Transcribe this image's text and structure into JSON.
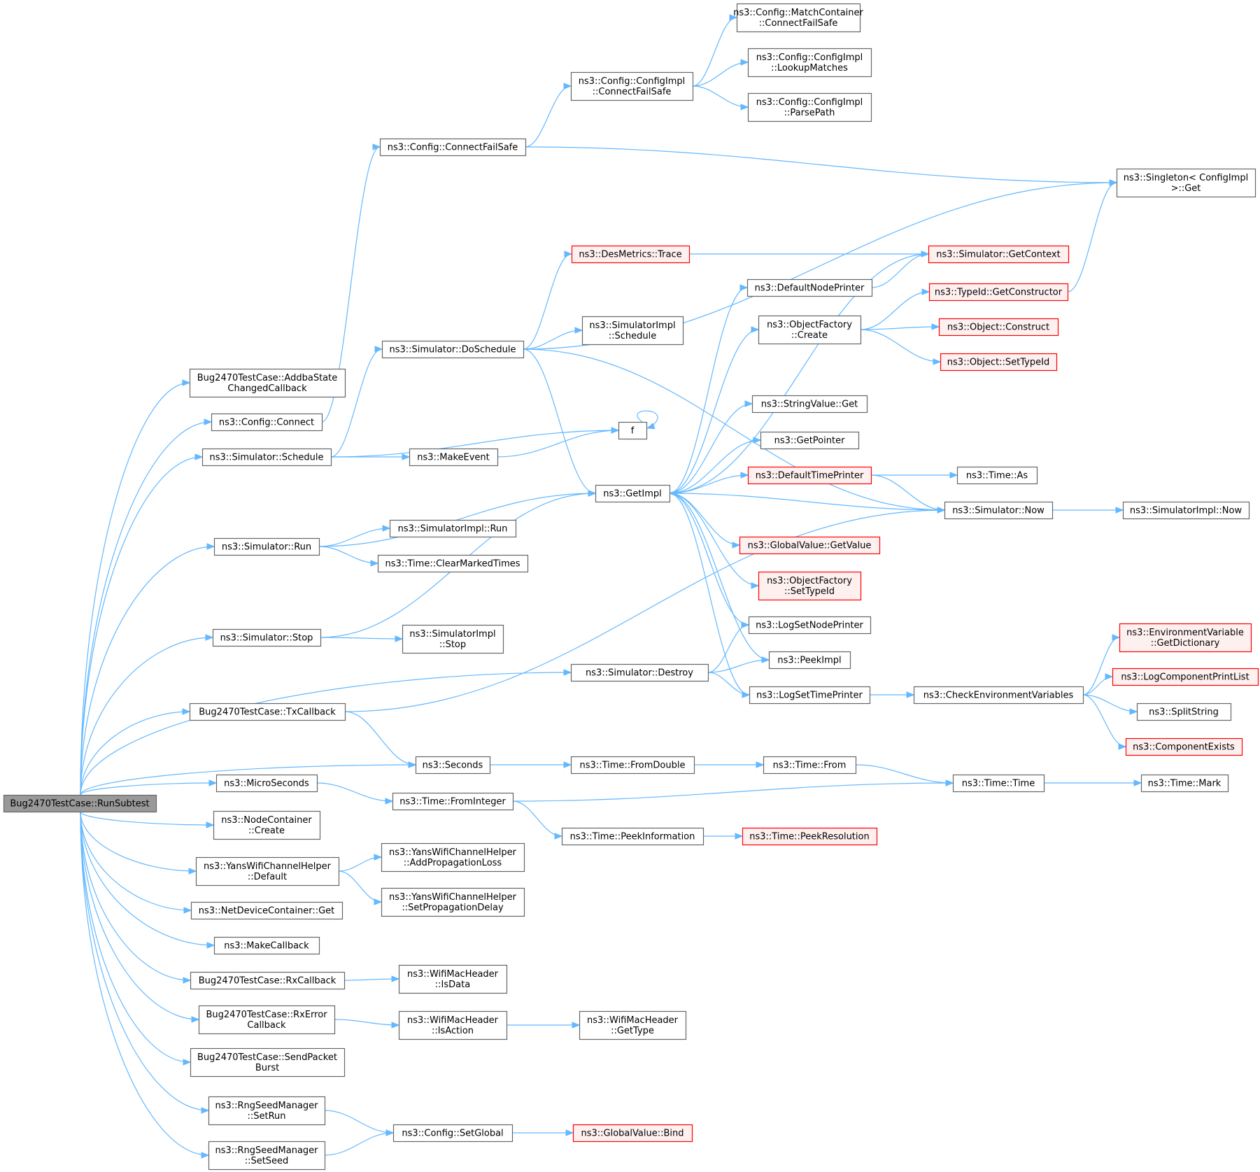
{
  "colors": {
    "edge": "#63b8ff",
    "node_border": "#666666",
    "node_red_border": "#ff0000",
    "root_fill": "#999999"
  },
  "nodes": [
    {
      "id": "root",
      "lines": [
        "Bug2470TestCase::RunSubtest"
      ],
      "style": "root"
    },
    {
      "id": "addba",
      "lines": [
        "Bug2470TestCase::AddbaState",
        "ChangedCallback"
      ]
    },
    {
      "id": "cfgConnect",
      "lines": [
        "ns3::Config::Connect"
      ]
    },
    {
      "id": "simSchedule",
      "lines": [
        "ns3::Simulator::Schedule"
      ]
    },
    {
      "id": "simRun",
      "lines": [
        "ns3::Simulator::Run"
      ]
    },
    {
      "id": "simStop",
      "lines": [
        "ns3::Simulator::Stop"
      ]
    },
    {
      "id": "txcb",
      "lines": [
        "Bug2470TestCase::TxCallback"
      ]
    },
    {
      "id": "micro",
      "lines": [
        "ns3::MicroSeconds"
      ]
    },
    {
      "id": "nodeCreate",
      "lines": [
        "ns3::NodeContainer",
        "::Create"
      ]
    },
    {
      "id": "yansDefault",
      "lines": [
        "ns3::YansWifiChannelHelper",
        "::Default"
      ]
    },
    {
      "id": "ndcGet",
      "lines": [
        "ns3::NetDeviceContainer::Get"
      ]
    },
    {
      "id": "makeCb",
      "lines": [
        "ns3::MakeCallback"
      ]
    },
    {
      "id": "rxcb",
      "lines": [
        "Bug2470TestCase::RxCallback"
      ]
    },
    {
      "id": "rxerr",
      "lines": [
        "Bug2470TestCase::RxError",
        "Callback"
      ]
    },
    {
      "id": "sendBurst",
      "lines": [
        "Bug2470TestCase::SendPacket",
        "Burst"
      ]
    },
    {
      "id": "rngRun",
      "lines": [
        "ns3::RngSeedManager",
        "::SetRun"
      ]
    },
    {
      "id": "rngSeed",
      "lines": [
        "ns3::RngSeedManager",
        "::SetSeed"
      ]
    },
    {
      "id": "cfgConnectFS",
      "lines": [
        "ns3::Config::ConnectFailSafe"
      ]
    },
    {
      "id": "simDoSchedule",
      "lines": [
        "ns3::Simulator::DoSchedule"
      ]
    },
    {
      "id": "makeEvent",
      "lines": [
        "ns3::MakeEvent"
      ]
    },
    {
      "id": "simImplRun",
      "lines": [
        "ns3::SimulatorImpl::Run"
      ]
    },
    {
      "id": "clearMarked",
      "lines": [
        "ns3::Time::ClearMarkedTimes"
      ]
    },
    {
      "id": "simImplStop",
      "lines": [
        "ns3::SimulatorImpl",
        "::Stop"
      ]
    },
    {
      "id": "simDestroy",
      "lines": [
        "ns3::Simulator::Destroy"
      ]
    },
    {
      "id": "seconds",
      "lines": [
        "ns3::Seconds"
      ]
    },
    {
      "id": "fromInteger",
      "lines": [
        "ns3::Time::FromInteger"
      ]
    },
    {
      "id": "yansAddProp",
      "lines": [
        "ns3::YansWifiChannelHelper",
        "::AddPropagationLoss"
      ]
    },
    {
      "id": "yansSetDelay",
      "lines": [
        "ns3::YansWifiChannelHelper",
        "::SetPropagationDelay"
      ]
    },
    {
      "id": "wifiIsData",
      "lines": [
        "ns3::WifiMacHeader",
        "::IsData"
      ]
    },
    {
      "id": "wifiIsAction",
      "lines": [
        "ns3::WifiMacHeader",
        "::IsAction"
      ]
    },
    {
      "id": "cfgSetGlobal",
      "lines": [
        "ns3::Config::SetGlobal"
      ]
    },
    {
      "id": "cfgImplConnectFS",
      "lines": [
        "ns3::Config::ConfigImpl",
        "::ConnectFailSafe"
      ]
    },
    {
      "id": "desTrace",
      "lines": [
        "ns3::DesMetrics::Trace"
      ],
      "style": "red"
    },
    {
      "id": "simImplSchedule",
      "lines": [
        "ns3::SimulatorImpl",
        "::Schedule"
      ]
    },
    {
      "id": "f",
      "lines": [
        "f"
      ]
    },
    {
      "id": "getImpl",
      "lines": [
        "ns3::GetImpl"
      ]
    },
    {
      "id": "fromDouble",
      "lines": [
        "ns3::Time::FromDouble"
      ]
    },
    {
      "id": "peekInfo",
      "lines": [
        "ns3::Time::PeekInformation"
      ]
    },
    {
      "id": "wifiGetType",
      "lines": [
        "ns3::WifiMacHeader",
        "::GetType"
      ]
    },
    {
      "id": "gvBind",
      "lines": [
        "ns3::GlobalValue::Bind"
      ],
      "style": "red"
    },
    {
      "id": "matchContainer",
      "lines": [
        "ns3::Config::MatchContainer",
        "::ConnectFailSafe"
      ]
    },
    {
      "id": "lookupMatches",
      "lines": [
        "ns3::Config::ConfigImpl",
        "::LookupMatches"
      ]
    },
    {
      "id": "parsePath",
      "lines": [
        "ns3::Config::ConfigImpl",
        "::ParsePath"
      ]
    },
    {
      "id": "defNodePrinter",
      "lines": [
        "ns3::DefaultNodePrinter"
      ]
    },
    {
      "id": "objFactCreate",
      "lines": [
        "ns3::ObjectFactory",
        "::Create"
      ]
    },
    {
      "id": "strValGet",
      "lines": [
        "ns3::StringValue::Get"
      ]
    },
    {
      "id": "getPointer",
      "lines": [
        "ns3::GetPointer"
      ]
    },
    {
      "id": "defTimePrinter",
      "lines": [
        "ns3::DefaultTimePrinter"
      ],
      "style": "red"
    },
    {
      "id": "gvGetValue",
      "lines": [
        "ns3::GlobalValue::GetValue"
      ],
      "style": "red"
    },
    {
      "id": "objFactSetTypeId",
      "lines": [
        "ns3::ObjectFactory",
        "::SetTypeId"
      ],
      "style": "red"
    },
    {
      "id": "logSetNodePrinter",
      "lines": [
        "ns3::LogSetNodePrinter"
      ]
    },
    {
      "id": "peekImpl",
      "lines": [
        "ns3::PeekImpl"
      ]
    },
    {
      "id": "logSetTimePrinter",
      "lines": [
        "ns3::LogSetTimePrinter"
      ]
    },
    {
      "id": "timeFrom",
      "lines": [
        "ns3::Time::From"
      ]
    },
    {
      "id": "peekRes",
      "lines": [
        "ns3::Time::PeekResolution"
      ],
      "style": "red"
    },
    {
      "id": "singletonGet",
      "lines": [
        "ns3::Singleton< ConfigImpl",
        ">::Get"
      ]
    },
    {
      "id": "simGetContext",
      "lines": [
        "ns3::Simulator::GetContext"
      ],
      "style": "red"
    },
    {
      "id": "typeIdGetCtor",
      "lines": [
        "ns3::TypeId::GetConstructor"
      ],
      "style": "red"
    },
    {
      "id": "objConstruct",
      "lines": [
        "ns3::Object::Construct"
      ],
      "style": "red"
    },
    {
      "id": "objSetTypeId",
      "lines": [
        "ns3::Object::SetTypeId"
      ],
      "style": "red"
    },
    {
      "id": "timeAs",
      "lines": [
        "ns3::Time::As"
      ]
    },
    {
      "id": "simNow",
      "lines": [
        "ns3::Simulator::Now"
      ]
    },
    {
      "id": "checkEnv",
      "lines": [
        "ns3::CheckEnvironmentVariables"
      ]
    },
    {
      "id": "timeTime",
      "lines": [
        "ns3::Time::Time"
      ]
    },
    {
      "id": "simImplNow",
      "lines": [
        "ns3::SimulatorImpl::Now"
      ]
    },
    {
      "id": "envGetDict",
      "lines": [
        "ns3::EnvironmentVariable",
        "::GetDictionary"
      ],
      "style": "red"
    },
    {
      "id": "logCompPrint",
      "lines": [
        "ns3::LogComponentPrintList"
      ],
      "style": "red"
    },
    {
      "id": "splitString",
      "lines": [
        "ns3::SplitString"
      ]
    },
    {
      "id": "compExists",
      "lines": [
        "ns3::ComponentExists"
      ],
      "style": "red"
    },
    {
      "id": "timeMark",
      "lines": [
        "ns3::Time::Mark"
      ]
    }
  ],
  "edges": [
    [
      "root",
      "addba"
    ],
    [
      "root",
      "cfgConnect"
    ],
    [
      "root",
      "simSchedule"
    ],
    [
      "root",
      "simRun"
    ],
    [
      "root",
      "simStop"
    ],
    [
      "root",
      "simDestroy"
    ],
    [
      "root",
      "txcb"
    ],
    [
      "root",
      "seconds"
    ],
    [
      "root",
      "micro"
    ],
    [
      "root",
      "nodeCreate"
    ],
    [
      "root",
      "yansDefault"
    ],
    [
      "root",
      "ndcGet"
    ],
    [
      "root",
      "makeCb"
    ],
    [
      "root",
      "rxcb"
    ],
    [
      "root",
      "rxerr"
    ],
    [
      "root",
      "sendBurst"
    ],
    [
      "root",
      "rngRun"
    ],
    [
      "root",
      "rngSeed"
    ],
    [
      "cfgConnect",
      "cfgConnectFS"
    ],
    [
      "cfgConnectFS",
      "cfgImplConnectFS"
    ],
    [
      "cfgConnectFS",
      "singletonGet"
    ],
    [
      "cfgImplConnectFS",
      "matchContainer"
    ],
    [
      "cfgImplConnectFS",
      "lookupMatches"
    ],
    [
      "cfgImplConnectFS",
      "parsePath"
    ],
    [
      "simSchedule",
      "simDoSchedule"
    ],
    [
      "simSchedule",
      "f"
    ],
    [
      "simSchedule",
      "makeEvent"
    ],
    [
      "makeEvent",
      "f"
    ],
    [
      "f",
      "f"
    ],
    [
      "simDoSchedule",
      "singletonGet"
    ],
    [
      "simDoSchedule",
      "desTrace"
    ],
    [
      "simDoSchedule",
      "simImplSchedule"
    ],
    [
      "simDoSchedule",
      "getImpl"
    ],
    [
      "simDoSchedule",
      "simNow"
    ],
    [
      "desTrace",
      "simGetContext"
    ],
    [
      "simRun",
      "getImpl"
    ],
    [
      "simRun",
      "simImplRun"
    ],
    [
      "simRun",
      "clearMarked"
    ],
    [
      "simStop",
      "getImpl"
    ],
    [
      "simStop",
      "simImplStop"
    ],
    [
      "simDestroy",
      "logSetNodePrinter"
    ],
    [
      "simDestroy",
      "peekImpl"
    ],
    [
      "simDestroy",
      "logSetTimePrinter"
    ],
    [
      "txcb",
      "seconds"
    ],
    [
      "txcb",
      "simNow"
    ],
    [
      "seconds",
      "fromDouble"
    ],
    [
      "fromDouble",
      "timeFrom"
    ],
    [
      "timeFrom",
      "timeTime"
    ],
    [
      "micro",
      "fromInteger"
    ],
    [
      "fromInteger",
      "timeTime"
    ],
    [
      "fromInteger",
      "peekInfo"
    ],
    [
      "peekInfo",
      "peekRes"
    ],
    [
      "yansDefault",
      "yansAddProp"
    ],
    [
      "yansDefault",
      "yansSetDelay"
    ],
    [
      "rxcb",
      "wifiIsData"
    ],
    [
      "rxerr",
      "wifiIsAction"
    ],
    [
      "wifiIsAction",
      "wifiGetType"
    ],
    [
      "rngRun",
      "cfgSetGlobal"
    ],
    [
      "rngSeed",
      "cfgSetGlobal"
    ],
    [
      "cfgSetGlobal",
      "gvBind"
    ],
    [
      "getImpl",
      "simGetContext"
    ],
    [
      "getImpl",
      "defNodePrinter"
    ],
    [
      "getImpl",
      "objFactCreate"
    ],
    [
      "getImpl",
      "strValGet"
    ],
    [
      "getImpl",
      "getPointer"
    ],
    [
      "getImpl",
      "defTimePrinter"
    ],
    [
      "getImpl",
      "gvGetValue"
    ],
    [
      "getImpl",
      "objFactSetTypeId"
    ],
    [
      "getImpl",
      "logSetNodePrinter"
    ],
    [
      "getImpl",
      "peekImpl"
    ],
    [
      "getImpl",
      "logSetTimePrinter"
    ],
    [
      "defNodePrinter",
      "simGetContext"
    ],
    [
      "objFactCreate",
      "typeIdGetCtor"
    ],
    [
      "objFactCreate",
      "objConstruct"
    ],
    [
      "objFactCreate",
      "objSetTypeId"
    ],
    [
      "typeIdGetCtor",
      "singletonGet"
    ],
    [
      "defTimePrinter",
      "timeAs"
    ],
    [
      "defTimePrinter",
      "simNow"
    ],
    [
      "simNow",
      "getImpl"
    ],
    [
      "simNow",
      "simImplNow"
    ],
    [
      "logSetTimePrinter",
      "checkEnv"
    ],
    [
      "checkEnv",
      "envGetDict"
    ],
    [
      "checkEnv",
      "logCompPrint"
    ],
    [
      "checkEnv",
      "splitString"
    ],
    [
      "checkEnv",
      "compExists"
    ],
    [
      "timeTime",
      "timeMark"
    ]
  ]
}
